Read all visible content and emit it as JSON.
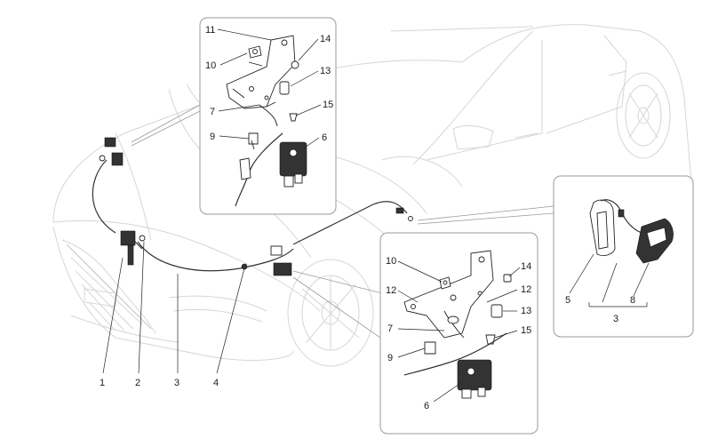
{
  "diagram": {
    "callouts": {
      "c1": "1",
      "c2": "2",
      "c3": "3",
      "c4": "4",
      "p1_11": "11",
      "p1_14": "14",
      "p1_10": "10",
      "p1_13": "13",
      "p1_7": "7",
      "p1_15": "15",
      "p1_9": "9",
      "p1_6": "6",
      "p2_10": "10",
      "p2_14": "14",
      "p2_12a": "12",
      "p2_12b": "12",
      "p2_13": "13",
      "p2_7": "7",
      "p2_15": "15",
      "p2_9": "9",
      "p2_6": "6",
      "p3_5": "5",
      "p3_8": "8",
      "p3_3": "3"
    },
    "colors": {
      "car_outline": "#d6d6d6",
      "panel_border": "#9a9a9a",
      "part_stroke": "#222222",
      "label_text": "#1a1a1a"
    }
  }
}
